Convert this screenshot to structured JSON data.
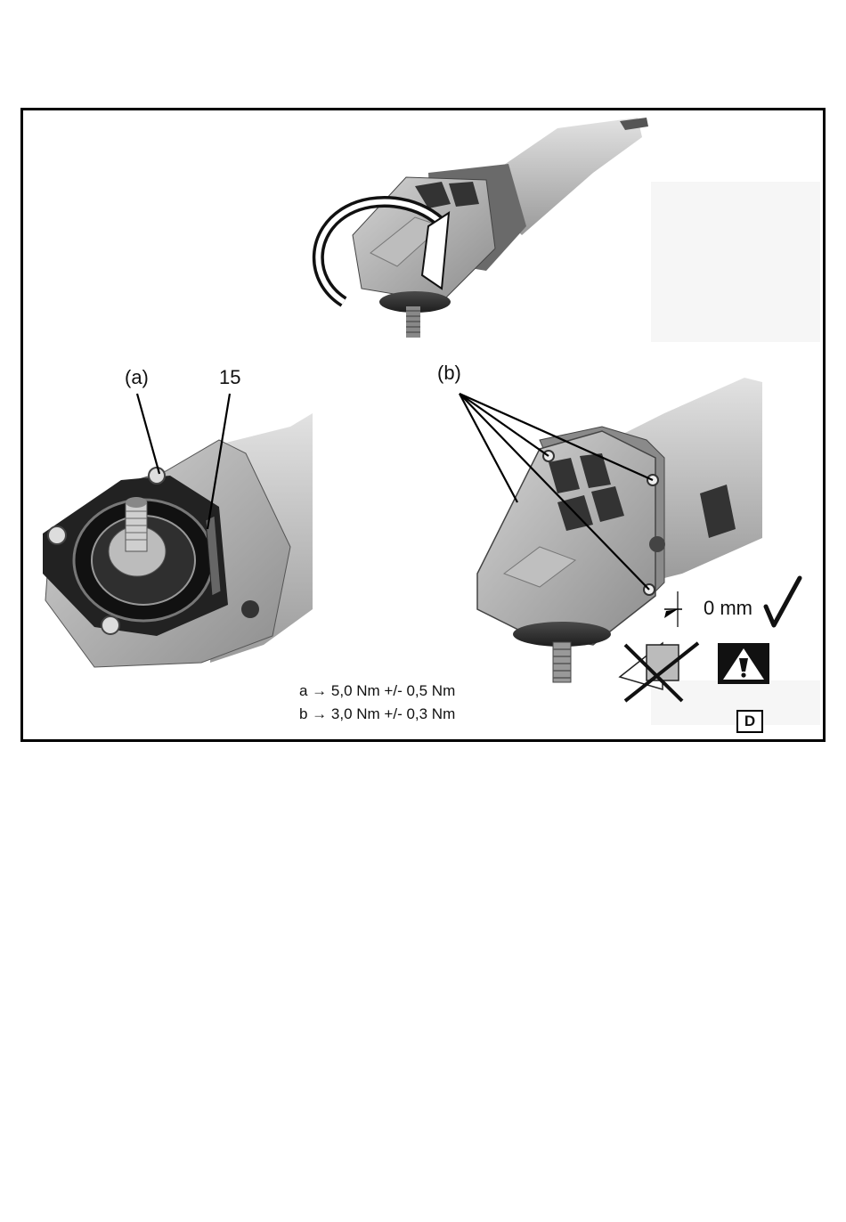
{
  "callouts": {
    "a": "(a)",
    "item_15": "15",
    "b": "(b)"
  },
  "gap_label": "0 mm",
  "torque": {
    "line_a": "a → 5,0 Nm +/- 0,5 Nm",
    "line_b": "b → 3,0 Nm +/- 0,3 Nm"
  },
  "panel_letter": "D",
  "icons": {
    "rotate": "rotation-arrow-icon",
    "check": "checkmark-icon",
    "cross": "cross-icon",
    "warning": "warning-icon"
  }
}
